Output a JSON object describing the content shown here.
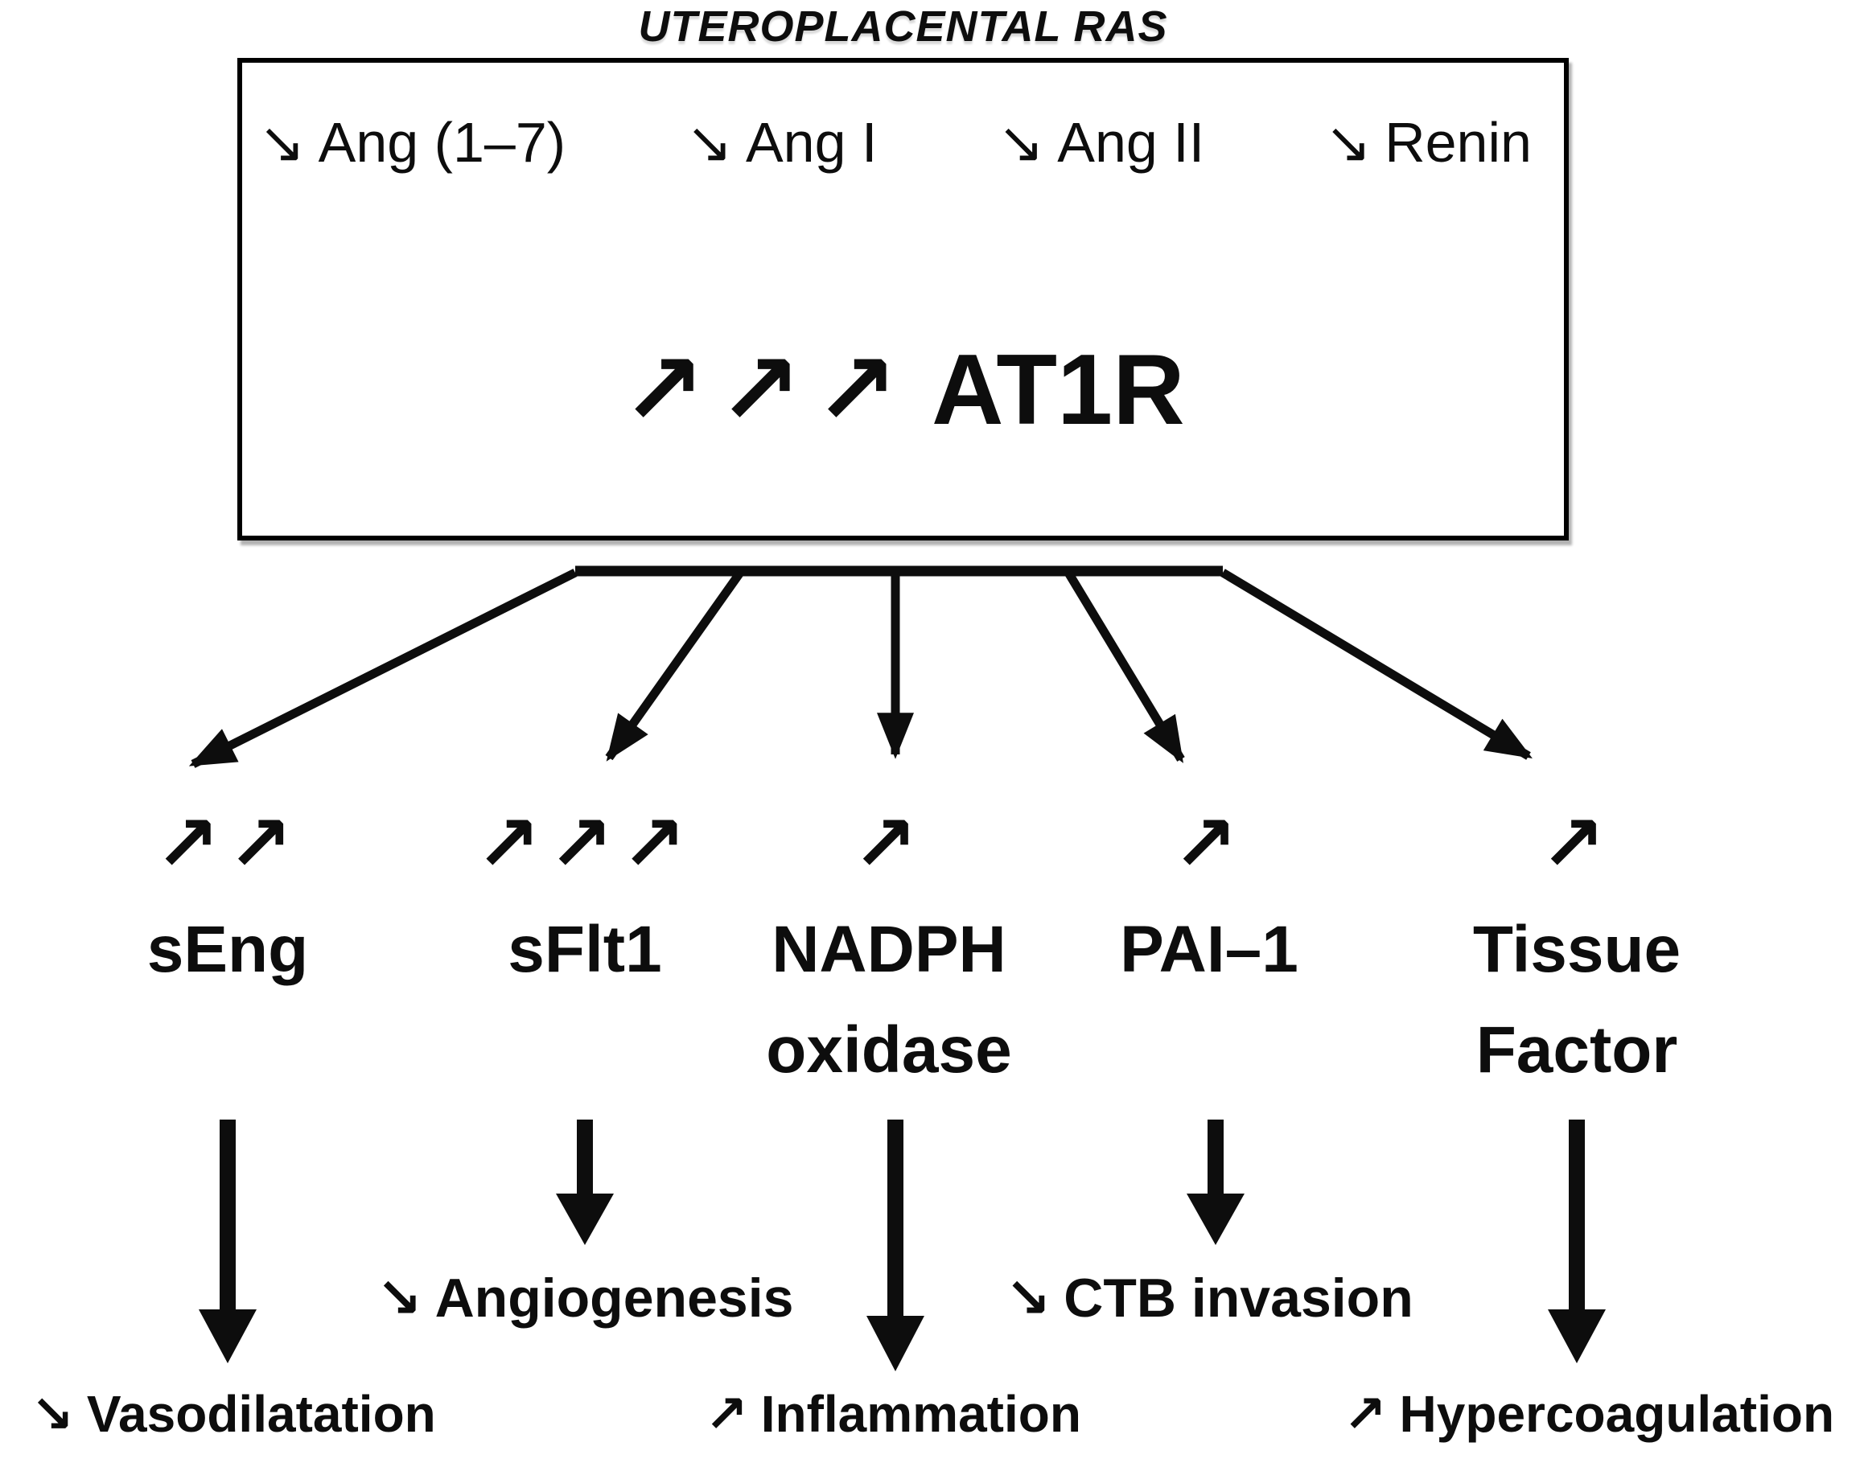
{
  "title": "UTEROPLACENTAL RAS",
  "colors": {
    "ink": "#0d0d0d",
    "background": "#ffffff"
  },
  "box": {
    "decreased_components": [
      {
        "arrow": "↘",
        "label": "Ang (1–7)"
      },
      {
        "arrow": "↘",
        "label": "Ang I"
      },
      {
        "arrow": "↘",
        "label": "Ang II"
      },
      {
        "arrow": "↘",
        "label": "Renin"
      }
    ],
    "receptor": {
      "arrows": "↗↗↗",
      "label": "AT1R"
    }
  },
  "mediators": [
    {
      "arrows": "↗↗",
      "line1": "sEng",
      "line2": ""
    },
    {
      "arrows": "↗↗↗",
      "line1": "sFlt1",
      "line2": ""
    },
    {
      "arrows": "↗",
      "line1": "NADPH",
      "line2": "oxidase"
    },
    {
      "arrows": "↗",
      "line1": "PAI–1",
      "line2": ""
    },
    {
      "arrows": "↗",
      "line1": "Tissue",
      "line2": "Factor"
    }
  ],
  "intermediate_effects": [
    {
      "arrow": "↘",
      "label": "Angiogenesis"
    },
    {
      "arrow": "↘",
      "label": "CTB invasion"
    }
  ],
  "outcomes": [
    {
      "arrow": "↘",
      "label": "Vasodilatation"
    },
    {
      "arrow": "↗",
      "label": "Inflammation"
    },
    {
      "arrow": "↗",
      "label": "Hypercoagulation"
    }
  ]
}
